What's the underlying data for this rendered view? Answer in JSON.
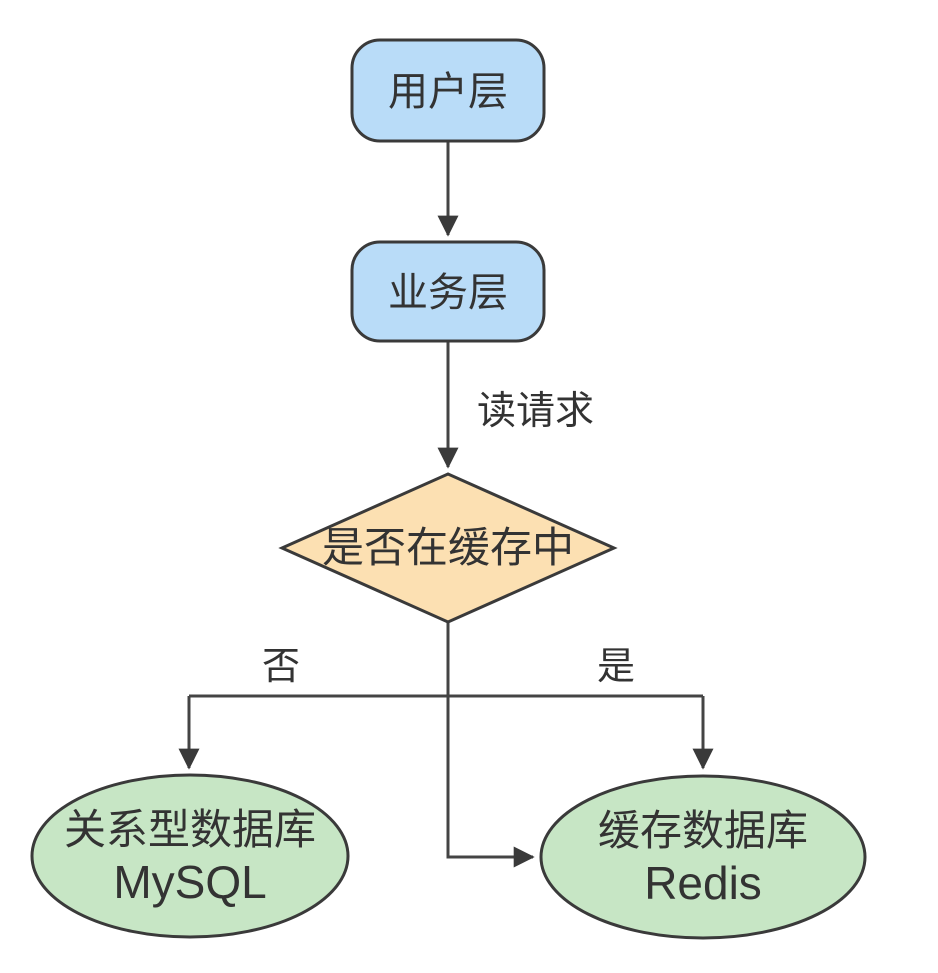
{
  "colors": {
    "background": "#ffffff",
    "process_fill": "#b9dcf8",
    "decision_fill": "#fce0b2",
    "database_fill": "#c7e6c5",
    "shape_stroke": "#3a3a3a",
    "connector": "#444444",
    "text": "#333333"
  },
  "nodes": {
    "user_layer": {
      "label": "用户层"
    },
    "business_layer": {
      "label": "业务层"
    },
    "cache_decision": {
      "label": "是否在缓存中"
    },
    "mysql_db": {
      "label_line1": "关系型数据库",
      "label_line2": "MySQL"
    },
    "redis_db": {
      "label_line1": "缓存数据库",
      "label_line2": "Redis"
    }
  },
  "edge_labels": {
    "read_request": "读请求",
    "no": "否",
    "yes": "是"
  }
}
